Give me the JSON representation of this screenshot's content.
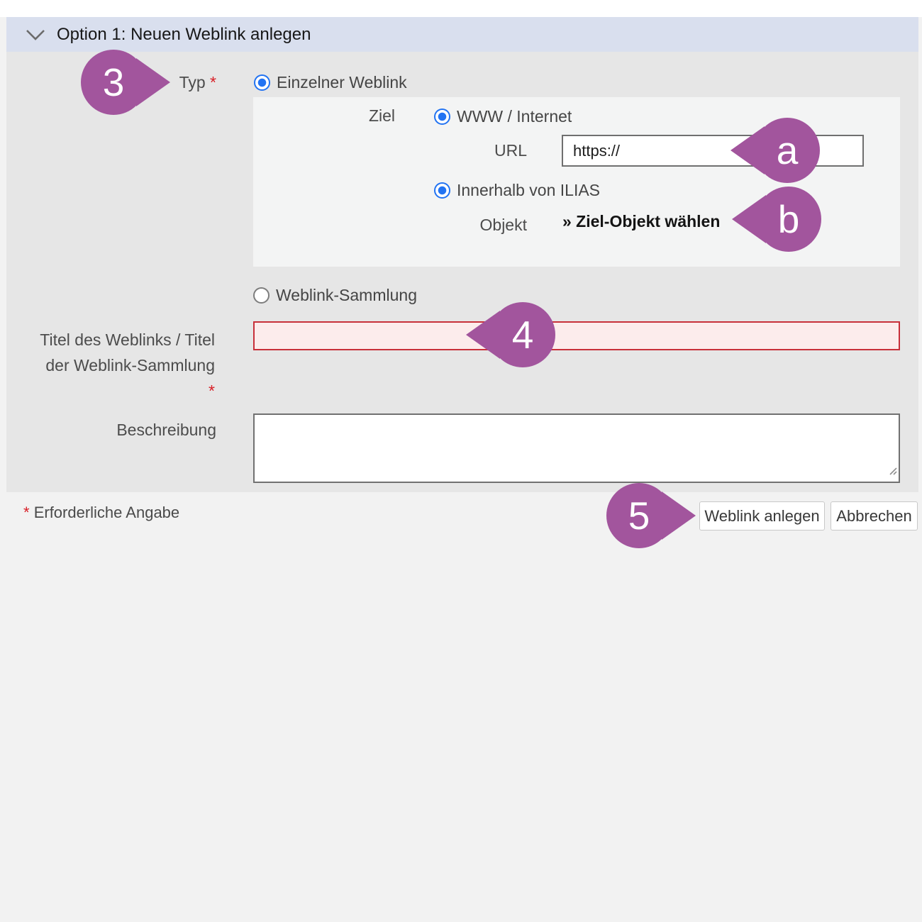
{
  "accordion": {
    "title": "Option 1: Neuen Weblink anlegen"
  },
  "form": {
    "typ": {
      "label": "Typ",
      "required_mark": "*"
    },
    "radio_single": {
      "label": "Einzelner Weblink",
      "selected": true
    },
    "ziel": {
      "label": "Ziel"
    },
    "radio_www": {
      "label": "WWW / Internet",
      "selected": true
    },
    "url": {
      "label": "URL",
      "value": "https://"
    },
    "radio_ilias": {
      "label": "Innerhalb von ILIAS",
      "selected": true
    },
    "objekt": {
      "label": "Objekt",
      "link": "» Ziel-Objekt wählen"
    },
    "radio_collection": {
      "label": "Weblink-Sammlung",
      "selected": false
    },
    "title_field": {
      "label_line1": "Titel des Weblinks / Titel",
      "label_line2": "der Weblink-Sammlung",
      "required_mark": "*",
      "value": ""
    },
    "description": {
      "label": "Beschreibung",
      "value": ""
    },
    "footnote": {
      "mark": "*",
      "text": "Erforderliche Angabe"
    },
    "buttons": {
      "submit": "Weblink anlegen",
      "cancel": "Abbrechen"
    }
  },
  "markers": {
    "m3": {
      "label": "3"
    },
    "ma": {
      "label": "a"
    },
    "mb": {
      "label": "b"
    },
    "m4": {
      "label": "4"
    },
    "m5": {
      "label": "5"
    }
  },
  "icons": {
    "chevron": "chevron-down-icon",
    "resize": "resize-handle-icon"
  },
  "colors": {
    "header_bg": "#d9dfee",
    "form_bg": "#e6e6e6",
    "subpanel_bg": "#f3f4f4",
    "marker_purple": "#a2559d",
    "radio_blue": "#2273f2",
    "error_border": "#c8303a",
    "error_bg": "#fcecec",
    "required_red": "#d81e26"
  }
}
